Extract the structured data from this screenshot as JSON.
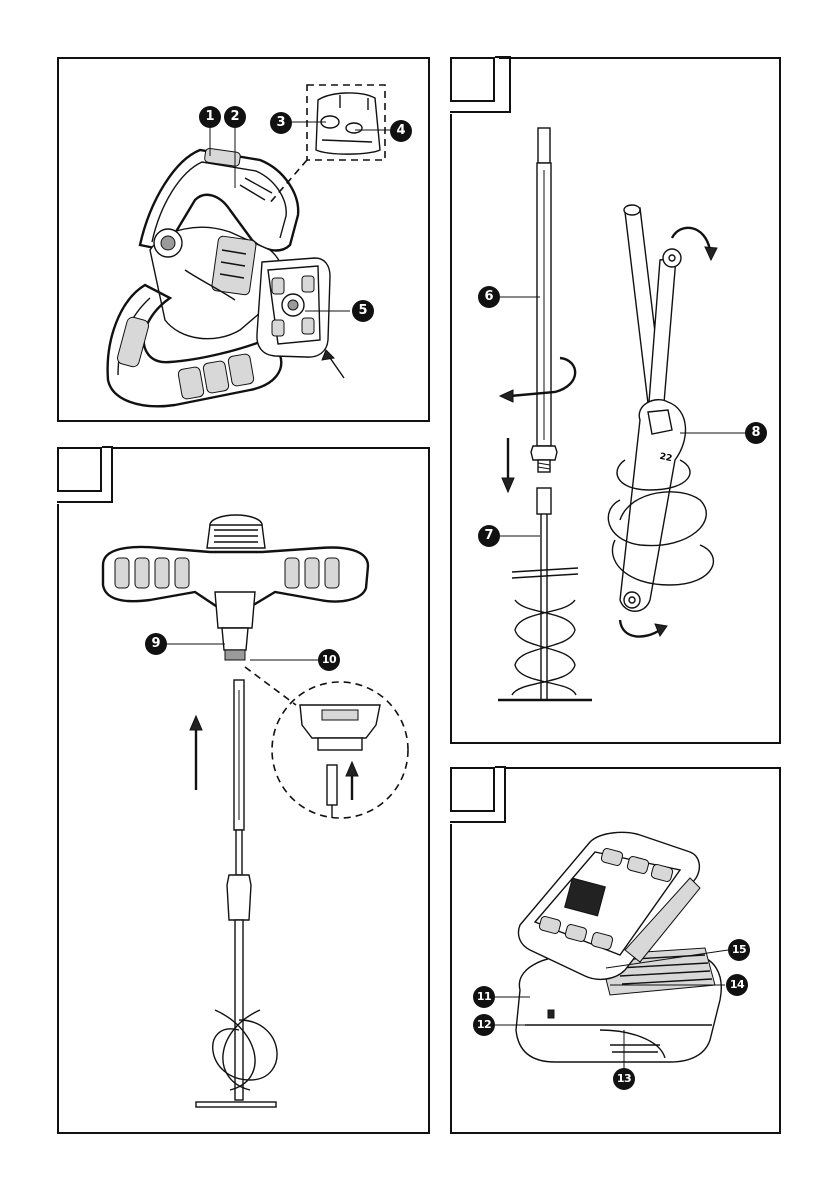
{
  "figures": [
    {
      "id": "A",
      "callouts": [
        "1",
        "2",
        "3",
        "4",
        "5"
      ]
    },
    {
      "id": "B",
      "callouts": [
        "6",
        "7",
        "8"
      ],
      "wrench_marking": "22"
    },
    {
      "id": "C",
      "callouts": [
        "9",
        "10"
      ]
    },
    {
      "id": "D",
      "callouts": [
        "11",
        "12",
        "13",
        "14",
        "15"
      ]
    }
  ]
}
